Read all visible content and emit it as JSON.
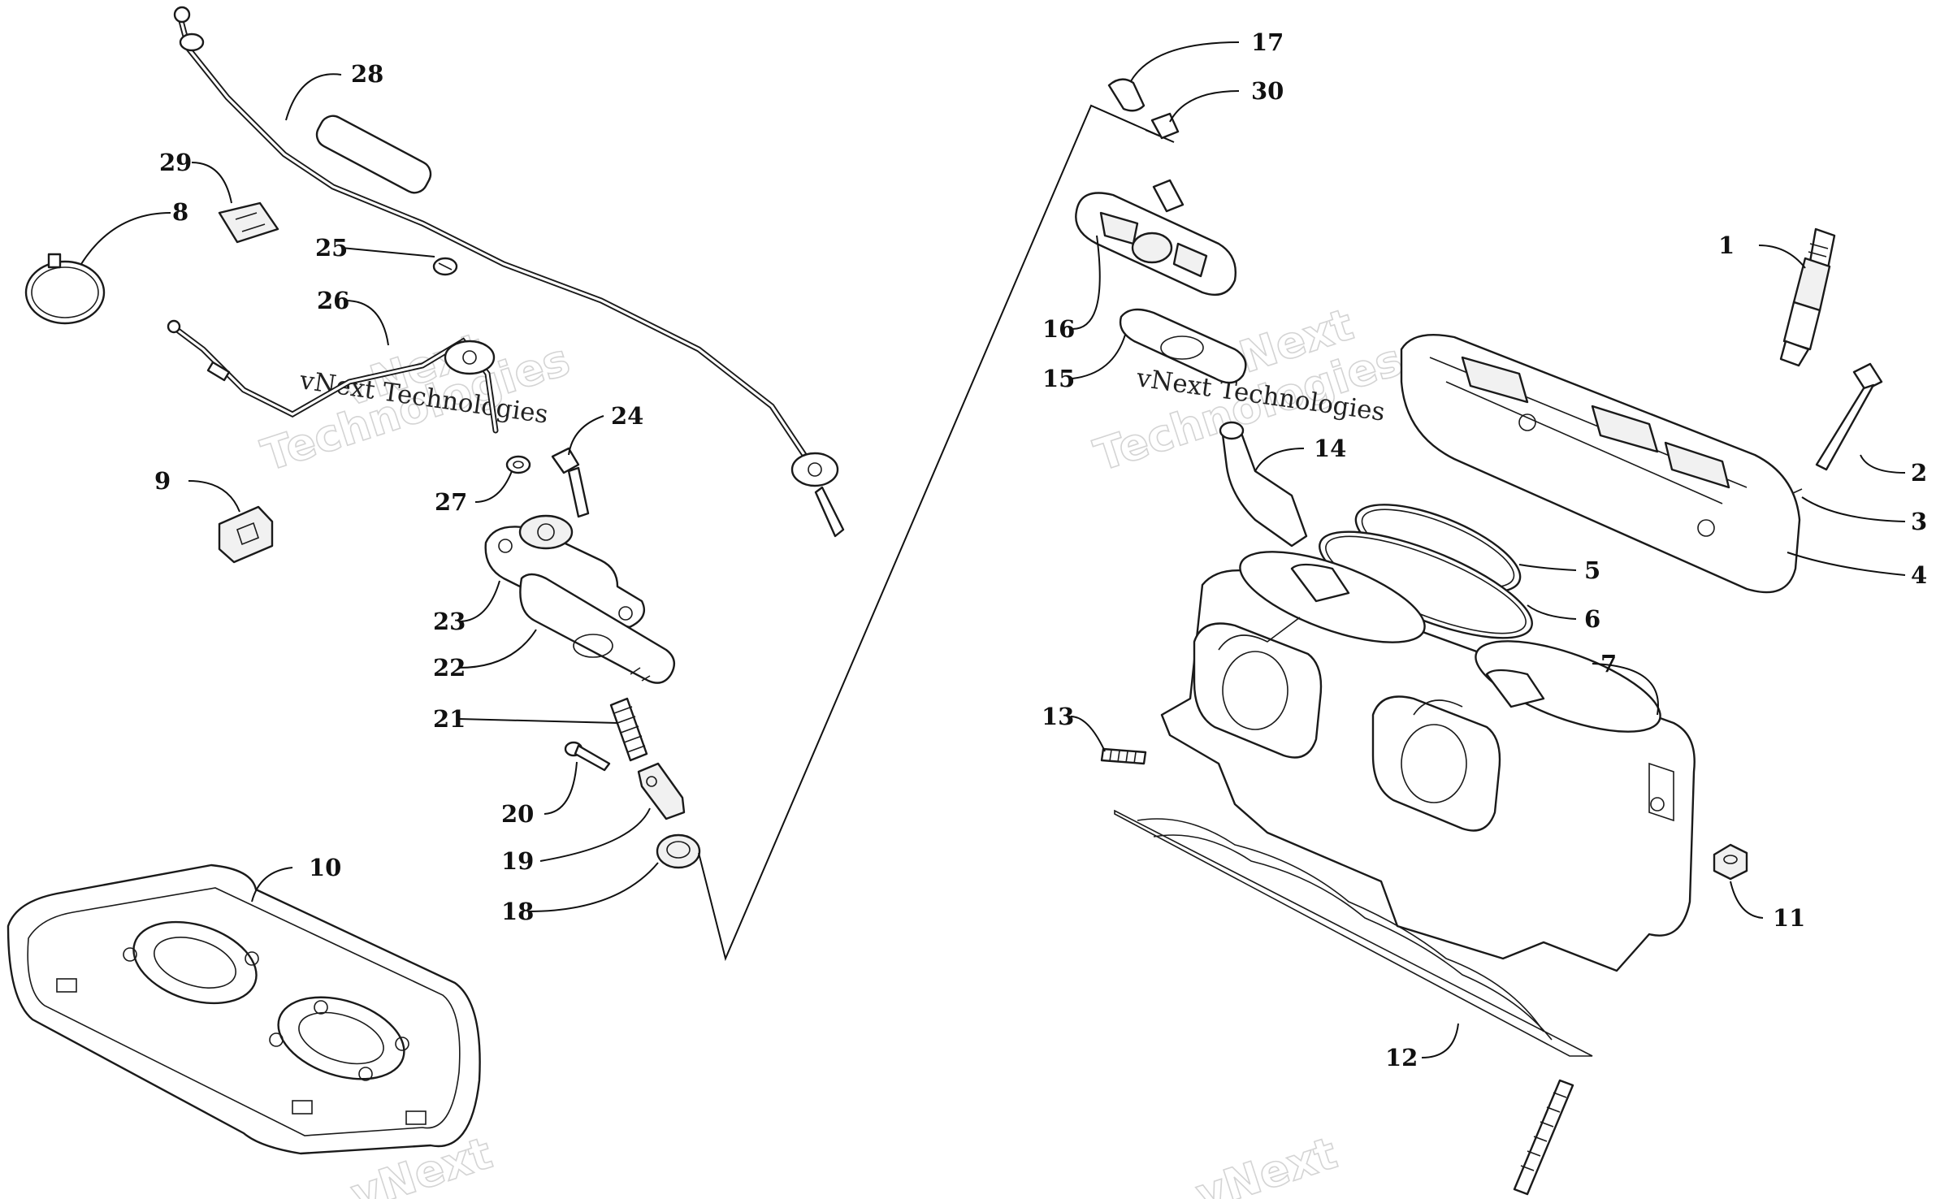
{
  "watermark": {
    "brand": "vNext Technologies",
    "big_line_1": "vNext",
    "big_line_2": "Technologies"
  },
  "callouts": {
    "c1": "1",
    "c2": "2",
    "c3": "3",
    "c4": "4",
    "c5": "5",
    "c6": "6",
    "c7": "7",
    "c8": "8",
    "c9": "9",
    "c10": "10",
    "c11": "11",
    "c12": "12",
    "c13": "13",
    "c14": "14",
    "c15": "15",
    "c16": "16",
    "c17": "17",
    "c18": "18",
    "c19": "19",
    "c20": "20",
    "c21": "21",
    "c22": "22",
    "c23": "23",
    "c24": "24",
    "c25": "25",
    "c26": "26",
    "c27": "27",
    "c28": "28",
    "c29": "29",
    "c30": "30"
  }
}
